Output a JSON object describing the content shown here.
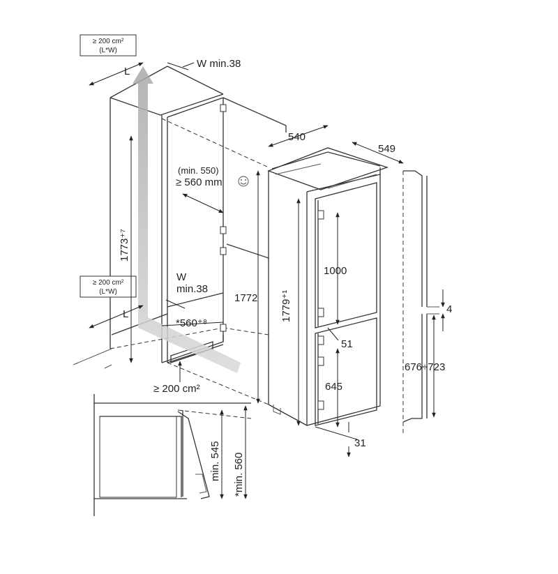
{
  "diagram": {
    "vent_top": {
      "line1": "≥ 200 cm²",
      "line2": "(L*W)"
    },
    "vent_bottom": {
      "line1": "≥ 200 cm²",
      "line2": "(L*W)"
    },
    "label_L_top": "L",
    "label_W_top": "W min.38",
    "label_L_bottom": "L",
    "label_W_bottom_1": "W",
    "label_W_bottom_2": "min.38",
    "niche_height": "1773⁺⁷",
    "door_clearance_1": "(min. 550)",
    "door_clearance_2": "≥ 560 mm",
    "niche_depth": "*560⁺⁸",
    "plinth_vent": "≥ 200 cm²",
    "appliance_height_outer": "1772",
    "appliance_height": "1779⁺¹",
    "appliance_width": "540",
    "appliance_depth": "549",
    "upper_door": "1000",
    "door_gap": "51",
    "lower_door": "645",
    "bottom_offset": "31",
    "side_gap": "4",
    "hinge_range": "676÷723",
    "min_545": "min. 545",
    "min_560": "*min. 560"
  },
  "colors": {
    "airflow": "#c8c8c8",
    "lines": "#333333",
    "background": "#ffffff"
  }
}
